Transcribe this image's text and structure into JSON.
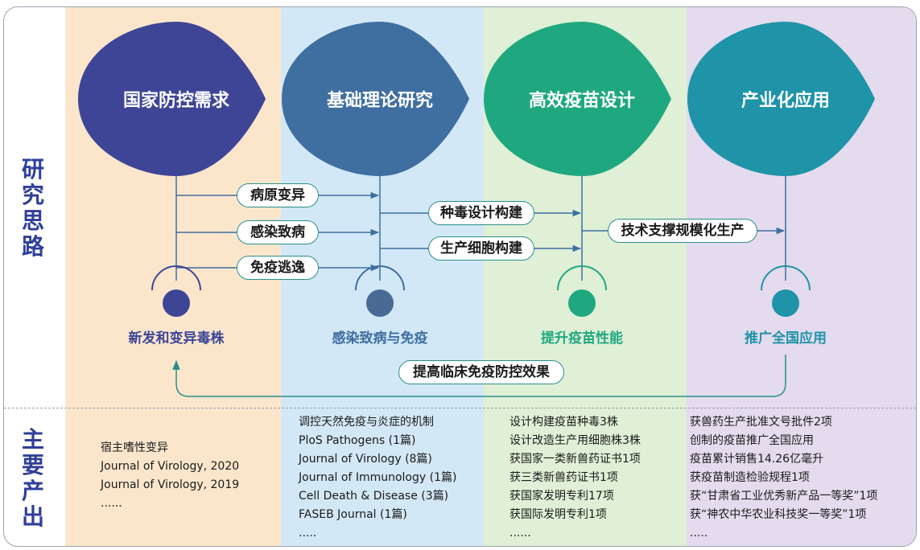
{
  "colors": {
    "stage1": "#3e4597",
    "stage2": "#3f6ea0",
    "stage3": "#1fa880",
    "stage4": "#1f93a8",
    "pill_border": "#2a8e8a",
    "side_label": "#2e3f9a"
  },
  "side_labels": {
    "research": "研究思路",
    "output": "主要产出"
  },
  "stages": [
    {
      "title": "国家防控需求",
      "target": "新发和变异毒株"
    },
    {
      "title": "基础理论研究",
      "target": "感染致病与免疫"
    },
    {
      "title": "高效疫苗设计",
      "target": "提升疫苗性能"
    },
    {
      "title": "产业化应用",
      "target": "推广全国应用"
    }
  ],
  "steps": {
    "s1": "病原变异",
    "s2": "感染致病",
    "s3": "免疫逃逸",
    "s4": "种毒设计构建",
    "s5": "生产细胞构建",
    "s6": "技术支撑规模化生产",
    "feedback": "提高临床免疫防控效果"
  },
  "outputs": {
    "col1": [
      "宿主嗜性变异",
      "Journal of Virology, 2020",
      "Journal of Virology, 2019",
      "......"
    ],
    "col2": [
      "调控天然免疫与炎症的机制",
      "PloS Pathogens (1篇)",
      "Journal of Virology (8篇)",
      "Journal of Immunology (1篇)",
      "Cell Death & Disease (3篇)",
      "FASEB Journal (1篇)",
      "....."
    ],
    "col3": [
      "设计构建疫苗种毒3株",
      "设计改造生产用细胞株3株",
      "获国家一类新兽药证书1项",
      "获三类新兽药证书1项",
      "获国家发明专利17项",
      "获国际发明专利1项",
      "......"
    ],
    "col4": [
      "获兽药生产批准文号批件2项",
      "创制的疫苗推广全国应用",
      "疫苗累计销售14.26亿毫升",
      "获疫苗制造检验规程1项",
      "获“甘肃省工业优秀新产品一等奖”1项",
      "获“神农中华农业科技奖一等奖”1项",
      "....."
    ]
  }
}
